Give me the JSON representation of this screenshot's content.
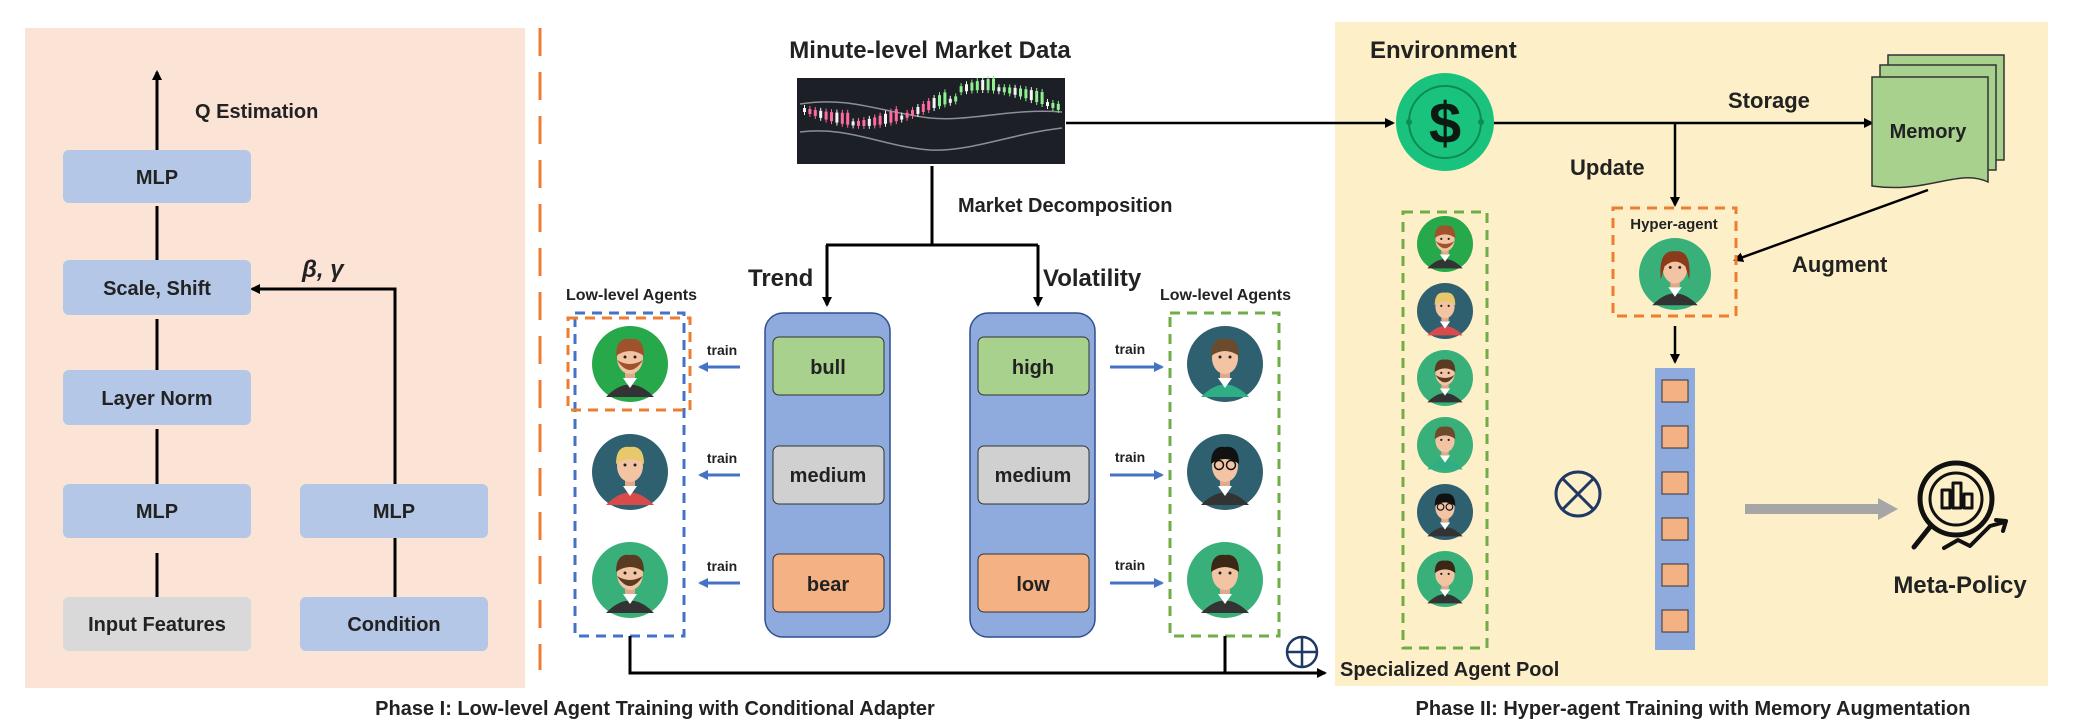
{
  "phase1": {
    "q_label": "Q Estimation",
    "mlp_top": "MLP",
    "scale_shift": "Scale, Shift",
    "beta_gamma": "β, γ",
    "layer_norm": "Layer Norm",
    "mlp_bottom": "MLP",
    "mlp_cond": "MLP",
    "input_features": "Input Features",
    "condition": "Condition",
    "caption": "Phase I: Low-level Agent Training with Conditional Adapter"
  },
  "market": {
    "title": "Minute-level Market Data",
    "decomposition": "Market Decomposition",
    "trend_label": "Trend",
    "volatility_label": "Volatility",
    "trend_states": [
      "bull",
      "medium",
      "bear"
    ],
    "volatility_states": [
      "high",
      "medium",
      "low"
    ],
    "low_level_left": "Low-level Agents",
    "low_level_right": "Low-level Agents",
    "train": "train"
  },
  "phase2": {
    "environment": "Environment",
    "storage": "Storage",
    "memory": "Memory",
    "update": "Update",
    "hyper_agent": "Hyper-agent",
    "augment": "Augment",
    "agent_pool": "Specialized Agent Pool",
    "meta_policy": "Meta-Policy",
    "caption": "Phase II: Hyper-agent Training with Memory Augmentation"
  },
  "colors": {
    "phase1_bg": "#fbe3d6",
    "phase2_bg": "#fdf0c8",
    "block_blue": "#b4c7e7",
    "input_gray": "#d9d9d9",
    "column_blue": "#8faadc",
    "state_green": "#a9d18e",
    "state_gray": "#d0d0d0",
    "state_orange": "#f4b183",
    "dash_orange": "#ed7d31",
    "dash_blue": "#4472c4",
    "dash_green": "#70ad47",
    "memory_green": "#a9d18e",
    "env_green": "#19c37d"
  }
}
